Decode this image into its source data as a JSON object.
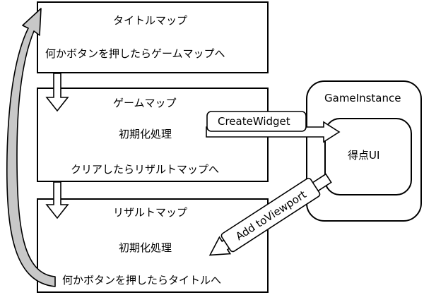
{
  "title_map": {
    "name": "タイトルマップ",
    "action": "何かボタンを押したらゲームマップへ"
  },
  "game_map": {
    "name": "ゲームマップ",
    "init": "初期化処理",
    "action": "クリアしたらリザルトマップへ"
  },
  "result_map": {
    "name": "リザルトマップ",
    "init": "初期化処理",
    "action": "何かボタンを押したらタイトルへ"
  },
  "game_instance": {
    "name": "GameInstance",
    "widget": "得点UI"
  },
  "arrows": {
    "create_widget": "CreateWidget",
    "add_to_viewport": "Add toViewport"
  },
  "colors": {
    "stroke": "#000000",
    "loop_arrow_fill": "#c8c8c8",
    "box_fill": "#ffffff"
  }
}
